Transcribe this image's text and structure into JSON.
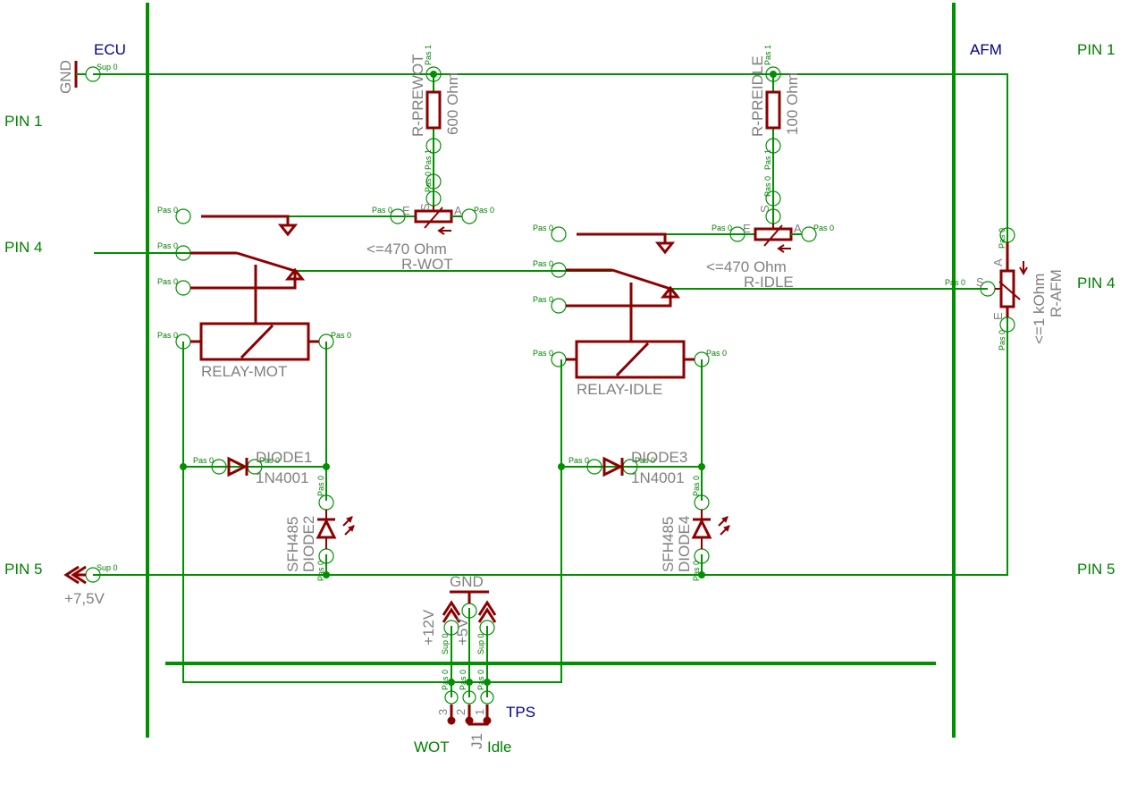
{
  "sheet": {
    "ecu": "ECU",
    "afm": "AFM",
    "tps": "TPS",
    "ecu_pin1": "PIN 1",
    "ecu_pin4": "PIN 4",
    "ecu_pin5": "PIN 5",
    "afm_pin1": "PIN 1",
    "afm_pin4": "PIN 4",
    "afm_pin5": "PIN 5"
  },
  "supplies": {
    "gnd_top": "GND",
    "plus75": "+7,5V",
    "gnd_bottom": "GND",
    "plus12": "+12V",
    "plus5": "+5V"
  },
  "parts": {
    "r_prewot_name": "R-PREWOT",
    "r_prewot_value": "600 Ohm",
    "r_preidle_name": "R-PREIDLE",
    "r_preidle_value": "100 Ohm",
    "r_wot_value": "<=470 Ohm",
    "r_wot_name": "R-WOT",
    "r_idle_value": "<=470 Ohm",
    "r_idle_name": "R-IDLE",
    "r_afm_value": "<=1 kOhm",
    "r_afm_name": "R-AFM",
    "relay_mot": "RELAY-MOT",
    "relay_idle": "RELAY-IDLE",
    "diode1": "DIODE1",
    "diode1_type": "1N4001",
    "diode3": "DIODE3",
    "diode3_type": "1N4001",
    "diode2": "DIODE2",
    "diode2_type": "SFH485",
    "diode4": "DIODE4",
    "diode4_type": "SFH485",
    "j1": "J1",
    "wot": "WOT",
    "idle": "Idle"
  },
  "pin_tags": {
    "pas0": "Pas 0",
    "pas1": "Pas 1",
    "sup0": "Sup 0",
    "pin_e": "E",
    "pin_a": "A",
    "pin_s": "S",
    "j_pin1": "1",
    "j_pin2": "2",
    "j_pin3": "3"
  },
  "colors": {
    "wire": "#009000",
    "part": "#8b0000",
    "label": "#808080",
    "net_label": "#008000",
    "header": "#00008b"
  }
}
